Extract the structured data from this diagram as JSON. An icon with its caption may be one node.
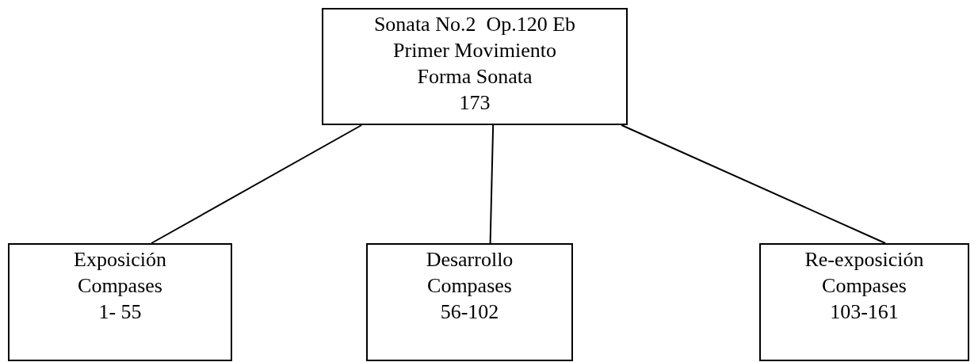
{
  "diagram": {
    "nodes": [
      {
        "text": [
          "Sonata No.2  Op.120 Eb",
          "Primer Movimiento",
          "Forma Sonata",
          "173"
        ]
      },
      {
        "text": [
          "Exposición",
          "Compases",
          "1- 55"
        ]
      },
      {
        "text": [
          "Desarrollo",
          "Compases",
          "56-102"
        ]
      },
      {
        "text": [
          "Re-exposición",
          "Compases",
          "103-161"
        ]
      }
    ],
    "edges": [
      {
        "from": 0,
        "to": 1,
        "arrow": "none"
      },
      {
        "from": 0,
        "to": 2,
        "arrow": "none"
      },
      {
        "from": 0,
        "to": 3,
        "arrow": "none"
      }
    ]
  }
}
